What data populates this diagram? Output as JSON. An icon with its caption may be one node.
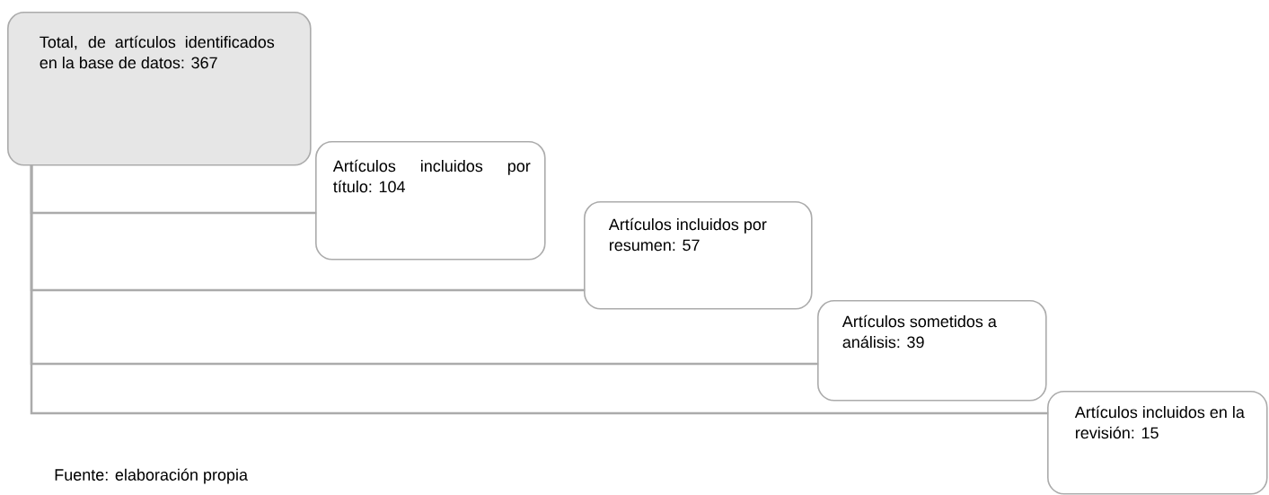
{
  "diagram": {
    "nodes": [
      {
        "text": [
          "Total, de artículos identificados en la base de datos: 367"
        ]
      },
      {
        "text": [
          "Artículos incluidos por título: 104"
        ]
      },
      {
        "text": [
          "Artículos incluidos por resumen: 57"
        ]
      },
      {
        "text": [
          "Artículos sometidos a análisis: 39"
        ]
      },
      {
        "text": [
          "Artículos incluidos en la revisión: 15"
        ]
      }
    ],
    "edges": [
      {
        "from": 0,
        "to": 1,
        "arrow": "none"
      },
      {
        "from": 0,
        "to": 2,
        "arrow": "none"
      },
      {
        "from": 0,
        "to": 3,
        "arrow": "none"
      },
      {
        "from": 0,
        "to": 4,
        "arrow": "none"
      }
    ],
    "labels": [
      "Fuente: elaboración propia"
    ]
  }
}
